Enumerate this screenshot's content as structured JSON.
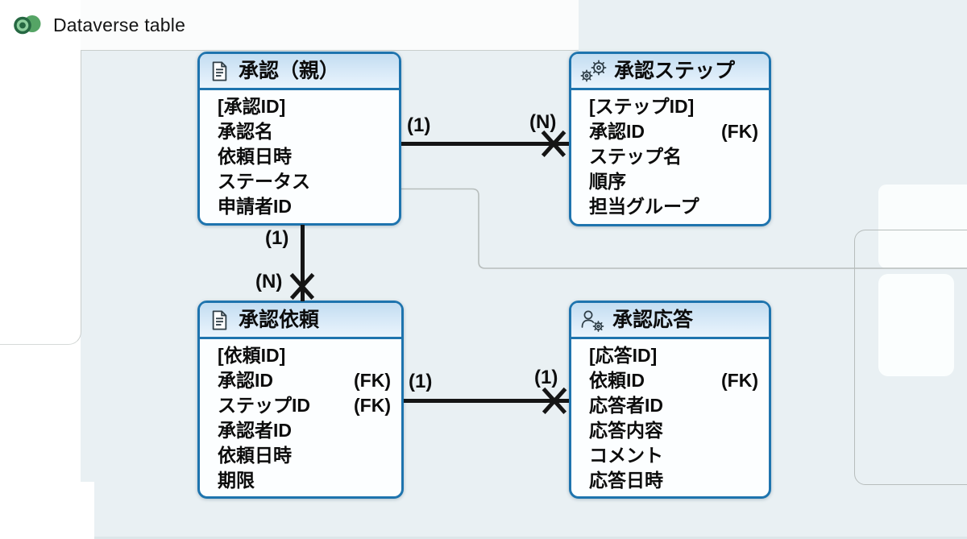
{
  "brand": {
    "label": "Dataverse table"
  },
  "colors": {
    "background": "#e9f0f3",
    "entity_border": "#1e74ae",
    "entity_header_top": "#c3ddf1",
    "entity_header_bottom": "#eaf4fc",
    "relationship_line": "#151515",
    "logo_green_dark": "#266842",
    "logo_green_light": "#55a465"
  },
  "icons": {
    "dataverse_logo": "two-overlapping-green-circles",
    "entity_0": "document-icon",
    "entity_1": "gears-icon",
    "entity_2": "document-icon",
    "entity_3": "person-gear-icon"
  },
  "entities": [
    {
      "title": "承認（親）",
      "fields": [
        {
          "name": "[承認ID]"
        },
        {
          "name": "承認名"
        },
        {
          "name": "依頼日時"
        },
        {
          "name": "ステータス"
        },
        {
          "name": "申請者ID"
        }
      ]
    },
    {
      "title": "承認ステップ",
      "fields": [
        {
          "name": "[ステップID]"
        },
        {
          "name": "承認ID",
          "annotation": "(FK)"
        },
        {
          "name": "ステップ名"
        },
        {
          "name": "順序"
        },
        {
          "name": "担当グループ"
        }
      ]
    },
    {
      "title": "承認依頼",
      "fields": [
        {
          "name": "[依頼ID]"
        },
        {
          "name": "承認ID",
          "annotation": "(FK)"
        },
        {
          "name": "ステップID",
          "annotation": "(FK)"
        },
        {
          "name": "承認者ID"
        },
        {
          "name": "依頼日時"
        },
        {
          "name": "期限"
        }
      ]
    },
    {
      "title": "承認応答",
      "fields": [
        {
          "name": "[応答ID]"
        },
        {
          "name": "依頼ID",
          "annotation": "(FK)"
        },
        {
          "name": "応答者ID"
        },
        {
          "name": "応答内容"
        },
        {
          "name": "コメント"
        },
        {
          "name": "応答日時"
        }
      ]
    }
  ],
  "relationships": [
    {
      "from": "承認（親）",
      "to": "承認ステップ",
      "from_label": "(1)",
      "to_label": "(N)"
    },
    {
      "from": "承認（親）",
      "to": "承認依頼",
      "from_label": "(1)",
      "to_label": "(N)"
    },
    {
      "from": "承認依頼",
      "to": "承認応答",
      "from_label": "(1)",
      "to_label": "(1)"
    }
  ]
}
